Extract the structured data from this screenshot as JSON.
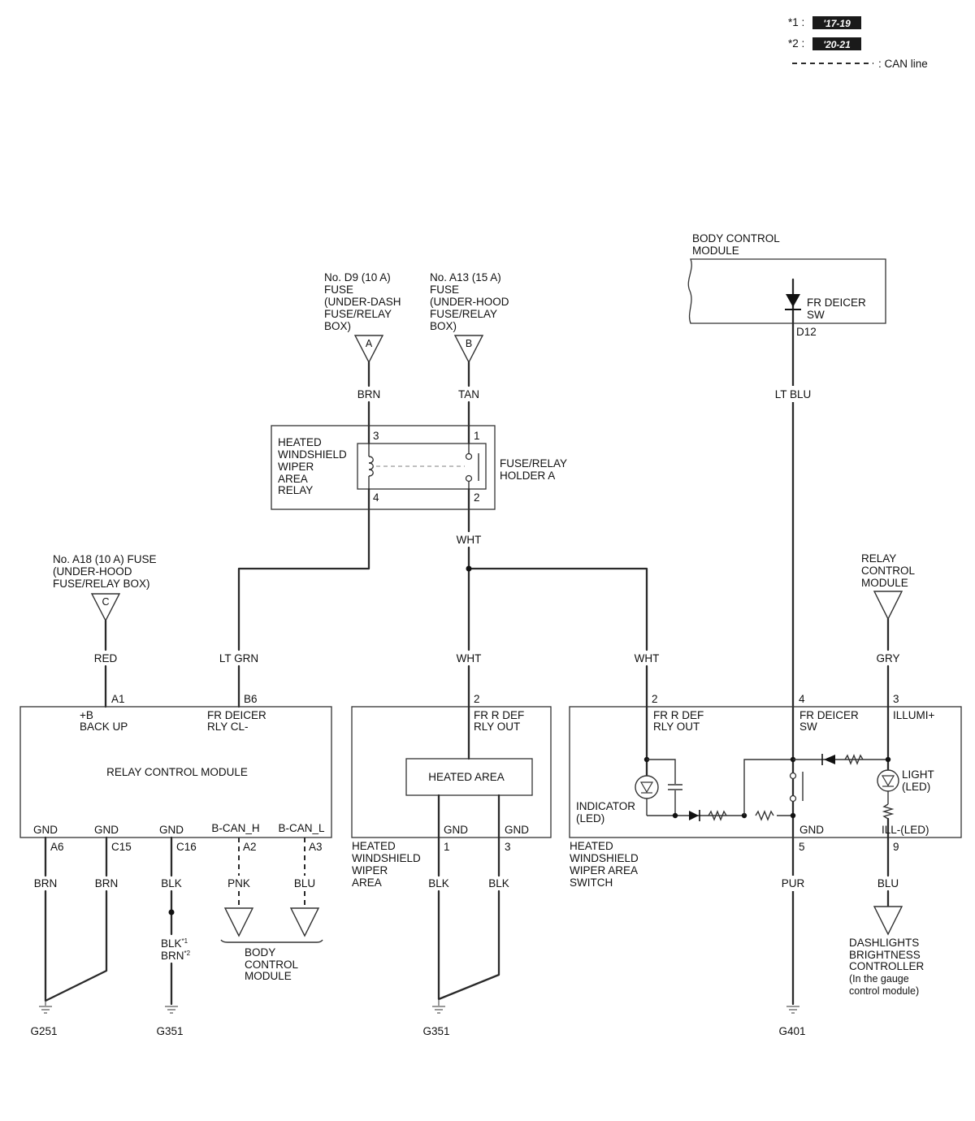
{
  "legend": {
    "note1_mark": "*1 :",
    "note1_years": "'17-19",
    "note2_mark": "*2 :",
    "note2_years": "'20-21",
    "can_line": ": CAN line"
  },
  "bcm_top": {
    "title_l1": "BODY CONTROL",
    "title_l2": "MODULE",
    "sw_l1": "FR DEICER",
    "sw_l2": "SW",
    "pin": "D12"
  },
  "fuses": {
    "d9": {
      "l1": "No. D9 (10 A)",
      "l2": "FUSE",
      "l3": "(UNDER-DASH",
      "l4": "FUSE/RELAY",
      "l5": "BOX)",
      "tag": "A"
    },
    "a13": {
      "l1": "No. A13 (15 A)",
      "l2": "FUSE",
      "l3": "(UNDER-HOOD",
      "l4": "FUSE/RELAY",
      "l5": "BOX)",
      "tag": "B"
    },
    "a18": {
      "l1": "No. A18 (10 A) FUSE",
      "l2": "(UNDER-HOOD",
      "l3": "FUSE/RELAY BOX)",
      "tag": "C"
    }
  },
  "relay": {
    "name_l1": "HEATED",
    "name_l2": "WINDSHIELD",
    "name_l3": "WIPER",
    "name_l4": "AREA",
    "name_l5": "RELAY",
    "holder_l1": "FUSE/RELAY",
    "holder_l2": "HOLDER A",
    "pin3": "3",
    "pin1": "1",
    "pin4": "4",
    "pin2": "2"
  },
  "rcm_input": {
    "l1": "RELAY",
    "l2": "CONTROL",
    "l3": "MODULE"
  },
  "wires": {
    "brn_top": "BRN",
    "tan_top": "TAN",
    "ltblu": "LT BLU",
    "wht_mid": "WHT",
    "red": "RED",
    "ltgrn": "LT GRN",
    "wht_area": "WHT",
    "wht_sw": "WHT",
    "gry": "GRY",
    "brn_a6": "BRN",
    "brn_c15": "BRN",
    "blk_c16": "BLK",
    "pnk": "PNK",
    "blu_can": "BLU",
    "blk_area1": "BLK",
    "blk_area3": "BLK",
    "pur": "PUR",
    "blu_ill": "BLU",
    "blk_note1": "BLK",
    "blk_note1_sup": "*1",
    "brn_note2": "BRN",
    "brn_note2_sup": "*2"
  },
  "rcm": {
    "title": "RELAY CONTROL MODULE",
    "a1_pin": "A1",
    "a1_l1": "+B",
    "a1_l2": "BACK UP",
    "b6_pin": "B6",
    "b6_l1": "FR DEICER",
    "b6_l2": "RLY CL-",
    "gnd1": "GND",
    "gnd2": "GND",
    "gnd3": "GND",
    "bcan_h": "B-CAN_H",
    "bcan_l": "B-CAN_L",
    "a6": "A6",
    "c15": "C15",
    "c16": "C16",
    "a2": "A2",
    "a3": "A3"
  },
  "bcm_bottom": {
    "l1": "BODY",
    "l2": "CONTROL",
    "l3": "MODULE"
  },
  "area": {
    "pin2": "2",
    "in_l1": "FR R DEF",
    "in_l2": "RLY OUT",
    "element": "HEATED AREA",
    "gnd1": "GND",
    "gnd2": "GND",
    "pin1": "1",
    "pin3": "3",
    "name_l1": "HEATED",
    "name_l2": "WINDSHIELD",
    "name_l3": "WIPER",
    "name_l4": "AREA"
  },
  "switch": {
    "pin2": "2",
    "in_l1": "FR R DEF",
    "in_l2": "RLY OUT",
    "pin4": "4",
    "sw_l1": "FR DEICER",
    "sw_l2": "SW",
    "pin3": "3",
    "illum": "ILLUMI+",
    "indicator_l1": "INDICATOR",
    "indicator_l2": "(LED)",
    "light_l1": "LIGHT",
    "light_l2": "(LED)",
    "gnd": "GND",
    "ill_minus": "ILL-(LED)",
    "pin5": "5",
    "pin9": "9",
    "name_l1": "HEATED",
    "name_l2": "WINDSHIELD",
    "name_l3": "WIPER AREA",
    "name_l4": "SWITCH"
  },
  "dash": {
    "l1": "DASHLIGHTS",
    "l2": "BRIGHTNESS",
    "l3": "CONTROLLER",
    "l4": "(In the gauge",
    "l5": "control module)"
  },
  "grounds": {
    "g251": "G251",
    "g351a": "G351",
    "g351b": "G351",
    "g401": "G401"
  }
}
